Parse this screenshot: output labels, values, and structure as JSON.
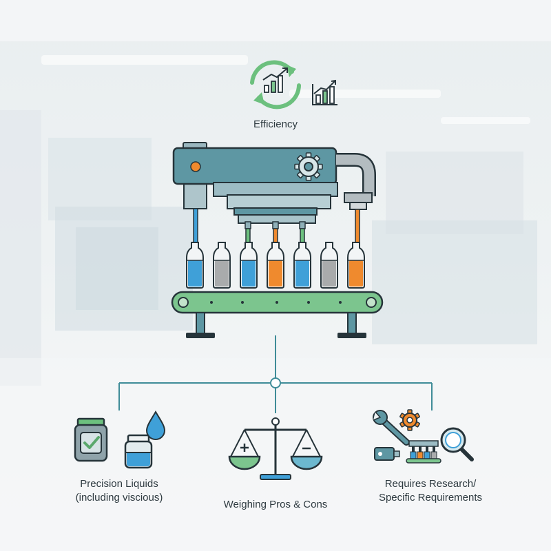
{
  "colors": {
    "teal": "#5e97a3",
    "teal_dark": "#39707c",
    "green": "#6cc07e",
    "blue": "#3fa0d8",
    "orange": "#ef8a2e",
    "gray": "#a9abac",
    "outline": "#26343a",
    "connector": "#3f8c98"
  },
  "top": {
    "label": "Efficiency",
    "icons": [
      "refresh-chart-icon",
      "growth-chart-icon"
    ]
  },
  "machine": {
    "bottles": [
      "blue",
      "gray",
      "blue",
      "orange",
      "blue",
      "gray",
      "orange"
    ]
  },
  "branches": [
    {
      "label_lines": [
        "Precision Liquids",
        "(including viscious)"
      ],
      "icons": [
        "checked-jar-icon",
        "jar-icon",
        "droplet-icon"
      ]
    },
    {
      "label_lines": [
        "Weighing Pros & Cons"
      ],
      "icons": [
        "balance-scale-icon"
      ]
    },
    {
      "label_lines": [
        "Requires Research/",
        "Specific Requirements"
      ],
      "icons": [
        "wrench-icon",
        "gear-icon",
        "magnifier-icon",
        "mini-machine-icon"
      ]
    }
  ]
}
